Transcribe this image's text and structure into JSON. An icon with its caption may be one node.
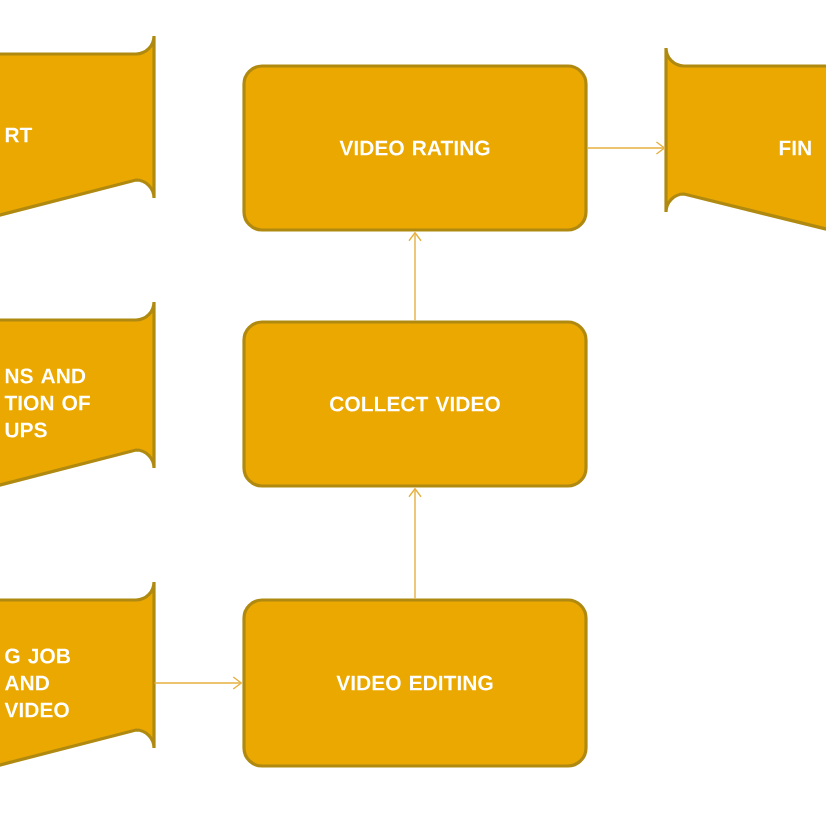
{
  "diagram": {
    "nodes": [
      {
        "text": [
          "RT"
        ]
      },
      {
        "text": [
          "NS AND TION OF UPS"
        ]
      },
      {
        "text": [
          "G JOB AND VIDEO"
        ]
      },
      {
        "text": [
          "VIDEO RATING"
        ]
      },
      {
        "text": [
          "FIN"
        ]
      },
      {
        "text": [
          "COLLECT VIDEO"
        ]
      },
      {
        "text": [
          "VIDEO EDITING"
        ]
      }
    ],
    "edges": [
      {
        "from": 2,
        "to": 6,
        "arrow": "to"
      },
      {
        "from": 6,
        "to": 5,
        "arrow": "to"
      },
      {
        "from": 5,
        "to": 3,
        "arrow": "to"
      },
      {
        "from": 3,
        "to": 4,
        "arrow": "to"
      }
    ]
  }
}
